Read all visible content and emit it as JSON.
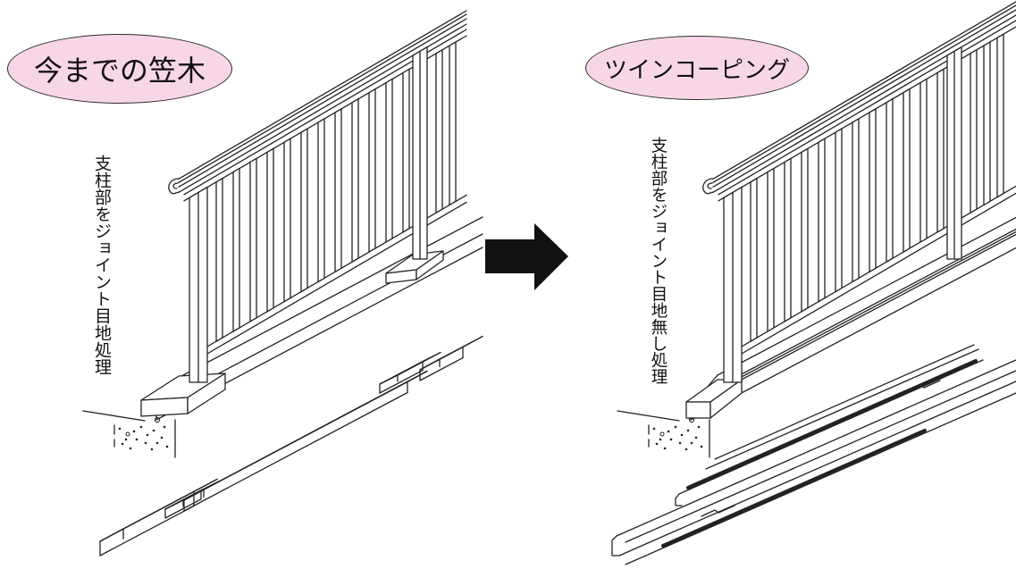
{
  "left": {
    "title": "今までの笠木",
    "note": "支柱部をジョイント目地処理"
  },
  "right": {
    "title": "ツインコーピング",
    "note": "支柱部をジョイント目地無し処理"
  },
  "icons": {
    "transition": "arrow-right-icon"
  },
  "colors": {
    "label_fill": "#f7d7e7",
    "line": "#222222",
    "arrow": "#111111"
  }
}
